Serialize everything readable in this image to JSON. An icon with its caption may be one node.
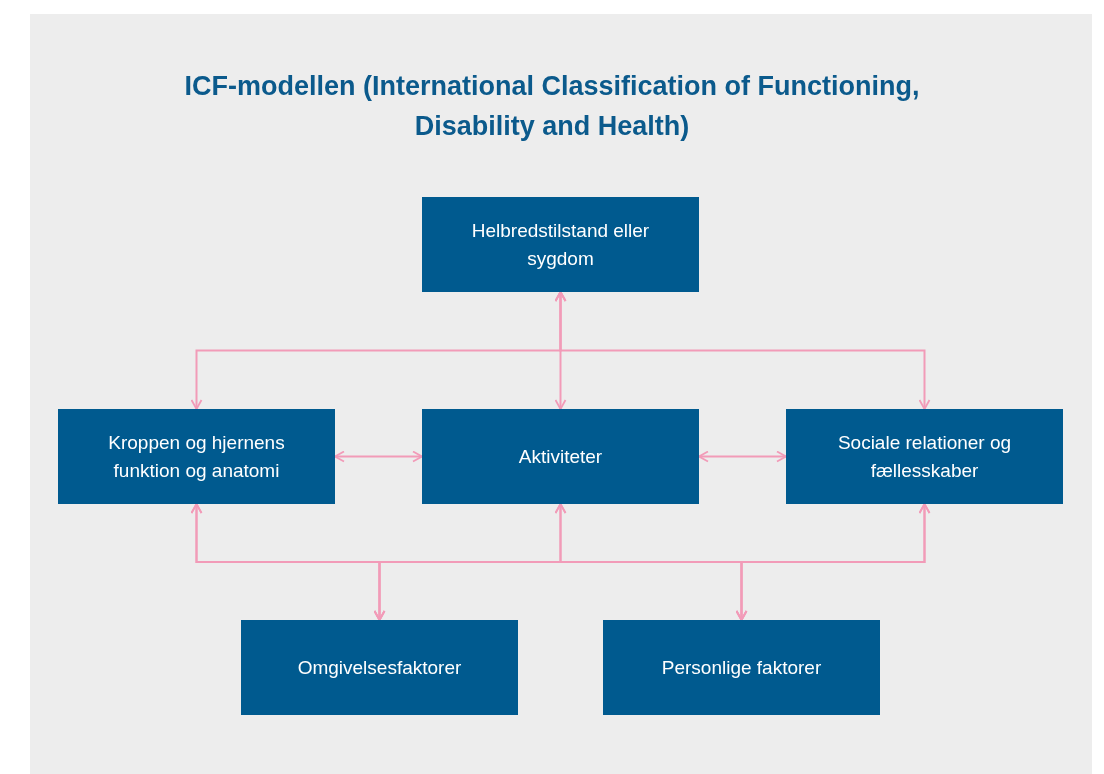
{
  "diagram": {
    "title": "ICF-modellen (International Classification of Functioning, Disability and Health)",
    "nodes": [
      {
        "text": [
          "Helbredstilstand eller sygdom"
        ]
      },
      {
        "text": [
          "Kroppen og hjernens funktion og anatomi"
        ]
      },
      {
        "text": [
          "Aktiviteter"
        ]
      },
      {
        "text": [
          "Sociale relationer og fællesskaber"
        ]
      },
      {
        "text": [
          "Omgivelsesfaktorer"
        ]
      },
      {
        "text": [
          "Personlige faktorer"
        ]
      }
    ],
    "edges": [
      {
        "from": 0,
        "to": 1,
        "arrow": "both"
      },
      {
        "from": 0,
        "to": 2,
        "arrow": "both"
      },
      {
        "from": 0,
        "to": 3,
        "arrow": "both"
      },
      {
        "from": 1,
        "to": 2,
        "arrow": "both"
      },
      {
        "from": 2,
        "to": 3,
        "arrow": "both"
      },
      {
        "from": 4,
        "to": 1,
        "arrow": "both"
      },
      {
        "from": 4,
        "to": 2,
        "arrow": "both"
      },
      {
        "from": 4,
        "to": 3,
        "arrow": "both"
      },
      {
        "from": 5,
        "to": 1,
        "arrow": "both"
      },
      {
        "from": 5,
        "to": 2,
        "arrow": "both"
      },
      {
        "from": 5,
        "to": 3,
        "arrow": "both"
      }
    ]
  }
}
